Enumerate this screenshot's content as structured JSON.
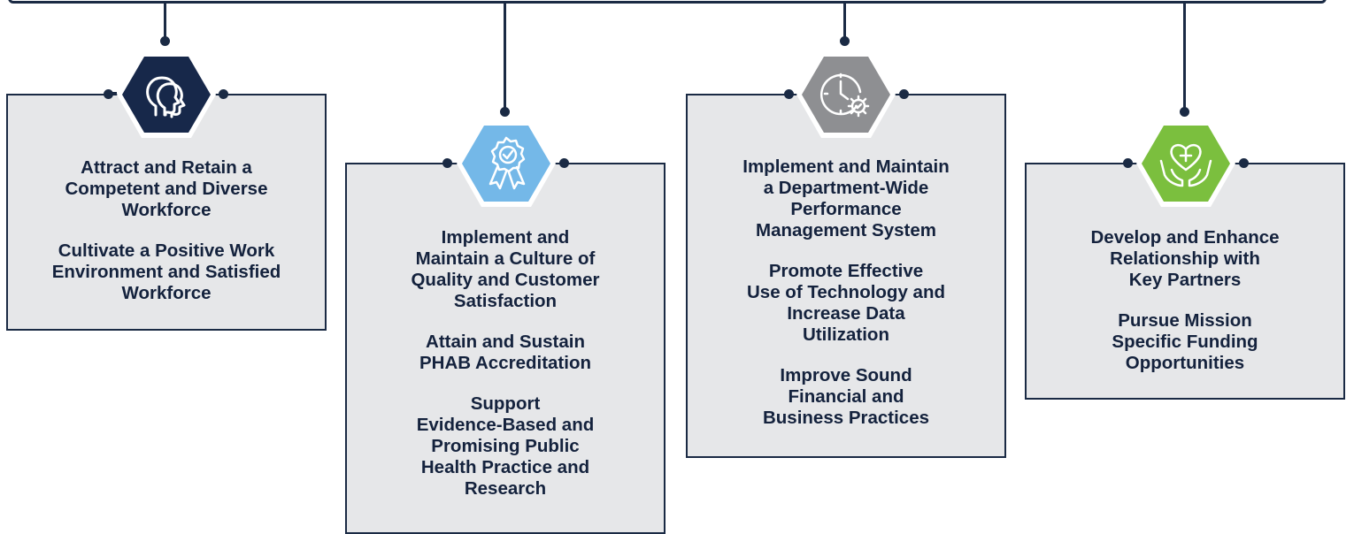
{
  "colors": {
    "navy": "#1a2a44",
    "box_fill": "#e6e7e9",
    "hex_navy": "#17284a",
    "hex_blue": "#74b8e8",
    "hex_gray": "#8e8f92",
    "hex_green": "#7bbf3e"
  },
  "pillars": [
    {
      "icon": "heads-icon",
      "goals": [
        "Attract and Retain a\nCompetent and Diverse\nWorkforce",
        "Cultivate a Positive Work\nEnvironment and Satisfied\nWorkforce"
      ]
    },
    {
      "icon": "award-ribbon-icon",
      "goals": [
        "Implement and\nMaintain a Culture of\nQuality and Customer\nSatisfaction",
        "Attain and Sustain\nPHAB Accreditation",
        "Support\nEvidence-Based and\nPromising Public\nHealth Practice and\nResearch"
      ]
    },
    {
      "icon": "clock-gear-icon",
      "goals": [
        "Implement and Maintain\na Department-Wide\nPerformance\nManagement System",
        "Promote Effective\nUse of Technology and\nIncrease Data\nUtilization",
        "Improve Sound\nFinancial and\nBusiness Practices"
      ]
    },
    {
      "icon": "heart-hands-icon",
      "goals": [
        "Develop and Enhance\nRelationship with\nKey Partners",
        "Pursue Mission\nSpecific Funding\nOpportunities"
      ]
    }
  ]
}
